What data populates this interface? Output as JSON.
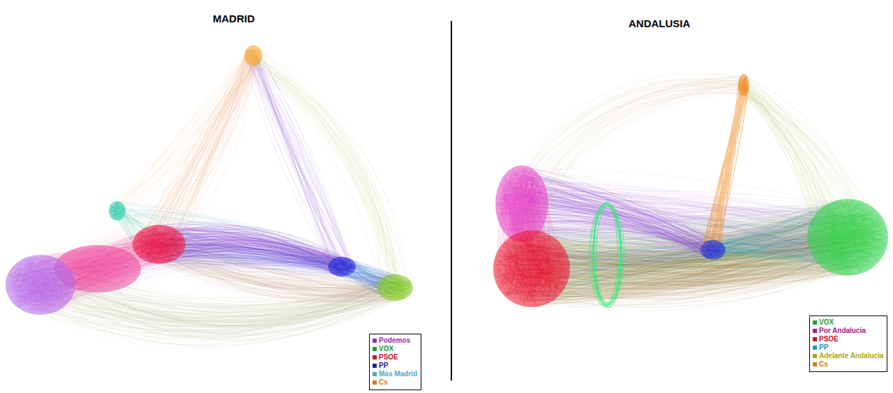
{
  "diagram": {
    "labels": [
      "MADRID",
      "ANDALUSIA"
    ],
    "legend": [
      {
        "text": "Podemos",
        "color": "#8e2fb0"
      },
      {
        "text": "VOX",
        "color": "#1f9e35"
      },
      {
        "text": "PSOE",
        "color": "#c8102e"
      },
      {
        "text": "PP",
        "color": "#2020a8"
      },
      {
        "text": "Más Madrid",
        "color": "#4fa9d0"
      },
      {
        "text": "Cs",
        "color": "#e07a18"
      },
      {
        "text": "VOX",
        "color": "#1f9e40"
      },
      {
        "text": "Por Andalucia",
        "color": "#a0208a"
      },
      {
        "text": "PSOE",
        "color": "#c8102e"
      },
      {
        "text": "PP",
        "color": "#1a8fd0"
      },
      {
        "text": "Adelante Andalucia",
        "color": "#a8a812"
      },
      {
        "text": "Cs",
        "color": "#d07a18"
      }
    ]
  }
}
